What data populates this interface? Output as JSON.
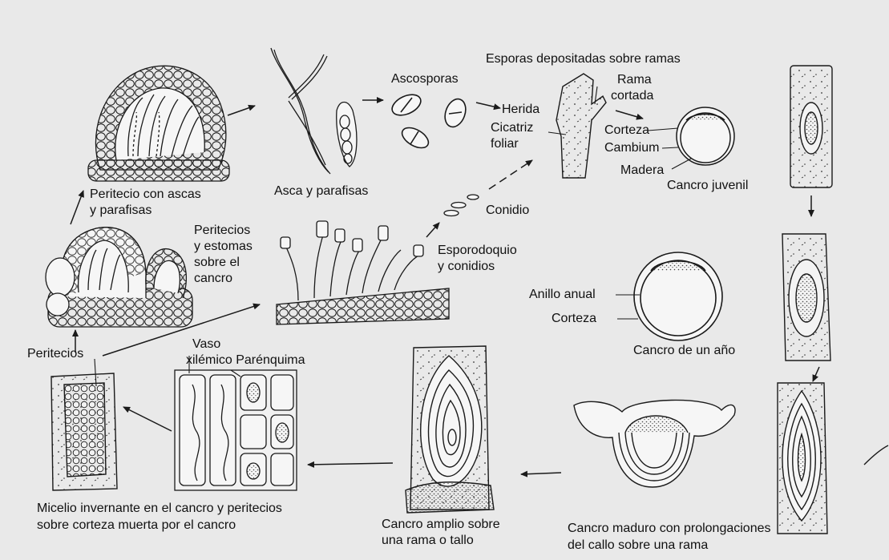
{
  "labels": {
    "peritecio_ascas": [
      "Peritecio con ascas",
      "y parafisas"
    ],
    "asca_parafisas": "Asca y parafisas",
    "ascosporas": "Ascosporas",
    "esporas_depositadas": "Esporas depositadas sobre ramas",
    "herida": "Herida",
    "cicatriz": [
      "Cicatriz",
      "foliar"
    ],
    "rama_cortada": [
      "Rama",
      "cortada"
    ],
    "corteza_1": "Corteza",
    "cambium": "Cambium",
    "madera": "Madera",
    "cancro_juvenil": "Cancro juvenil",
    "conidio": "Conidio",
    "esporodoquio": [
      "Esporodoquio",
      "y conidios"
    ],
    "peritecios_estomas": [
      "Peritecios",
      "y estomas",
      "sobre el",
      "cancro"
    ],
    "anillo_anual": "Anillo anual",
    "corteza_2": "Corteza",
    "cancro_un_anio": "Cancro de un año",
    "peritecios": "Peritecios",
    "vaso": [
      "Vaso",
      "xilémico Parénquima"
    ],
    "micelio": [
      "Micelio invernante en el cancro y peritecios",
      "sobre corteza muerta por el cancro"
    ],
    "cancro_amplio": [
      "Cancro amplio sobre",
      "una rama o tallo"
    ],
    "cancro_maduro": [
      "Cancro maduro con prolongaciones",
      "del callo sobre una rama"
    ]
  },
  "colors": {
    "ink": "#1a1a1a",
    "paper": "#e9e9e9",
    "fill": "#f6f6f6"
  }
}
